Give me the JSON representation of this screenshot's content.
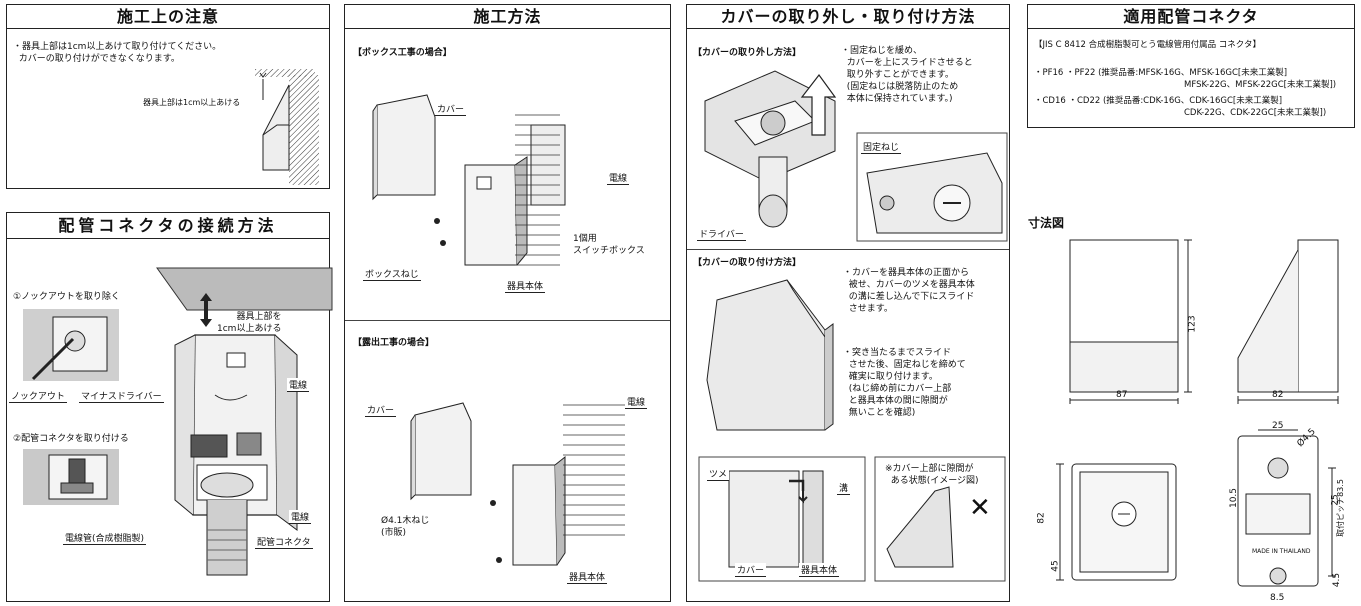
{
  "caution": {
    "title": "施工上の注意",
    "bullet": "・器具上部は1cm以上あけて取り付けてください。\n  カバーの取り付けができなくなります。",
    "dim_label": "器具上部は1cm以上あける"
  },
  "connector": {
    "title": "配管コネクタの接続方法",
    "step1": "①ノックアウトを取り除く",
    "step2": "②配管コネクタを取り付ける",
    "knockout": "ノックアウト",
    "driver": "マイナスドライバー",
    "top_gap": "器具上部を\n1cm以上あける",
    "wire": "電線",
    "wire2": "電線",
    "conduit": "電線管(合成樹脂製)",
    "pipe_connector": "配管コネクタ"
  },
  "method": {
    "title": "施工方法",
    "box_header": "【ボックス工事の場合】",
    "cover": "カバー",
    "wire": "電線",
    "switch_box": "1個用\nスイッチボックス",
    "box_screw": "ボックスねじ",
    "body": "器具本体",
    "exposed_header": "【露出工事の場合】",
    "cover2": "カバー",
    "wire2": "電線",
    "wood_screw": "Ø4.1木ねじ\n(市販)",
    "body2": "器具本体"
  },
  "cover": {
    "title": "カバーの取り外し・取り付け方法",
    "remove_header": "【カバーの取り外し方法】",
    "remove_text": "・固定ねじを緩め、\n  カバーを上にスライドさせると\n  取り外すことができます。\n  (固定ねじは脱落防止のため\n  本体に保持されています。)",
    "fix_screw": "固定ねじ",
    "driver": "ドライバー",
    "attach_header": "【カバーの取り付け方法】",
    "attach_text1": "・カバーを器具本体の正面から\n  被せ、カバーのツメを器具本体\n  の溝に差し込んで下にスライド\n  させます。",
    "attach_text2": "・突き当たるまでスライド\n  させた後、固定ねじを締めて\n  確実に取り付けます。\n  (ねじ締め前にカバー上部\n  と器具本体の間に隙間が\n  無いことを確認)",
    "tab": "ツメ",
    "groove": "溝",
    "cover_lbl": "カバー",
    "body_lbl": "器具本体",
    "gap_note": "※カバー上部に隙間が\n  ある状態(イメージ図)",
    "x_mark": "✕"
  },
  "applicable": {
    "title": "適用配管コネクタ",
    "standard": "【JIS C 8412  合成樹脂製可とう電線管用付属品 コネクタ】",
    "pf_line1": "・PF16 ・PF22 (推奨品番:MFSK-16G、MFSK-16GC[未来工業製]",
    "pf_line2": "MFSK-22G、MFSK-22GC[未来工業製])",
    "cd_line1": "・CD16 ・CD22 (推奨品番:CDK-16G、CDK-16GC[未来工業製]",
    "cd_line2": "CDK-22G、CDK-22GC[未来工業製])"
  },
  "dimensions": {
    "title": "寸法図",
    "d123": "123",
    "d87": "87",
    "d82a": "82",
    "d82b": "82",
    "d45": "45",
    "d25a": "25",
    "phi45": "Ø4.5",
    "d10_5": "10.5",
    "d25b": "25",
    "pitch": "取付ピッチ83.5",
    "d4_5": "4.5",
    "d8_5": "8.5",
    "made": "MADE IN THAILAND"
  }
}
